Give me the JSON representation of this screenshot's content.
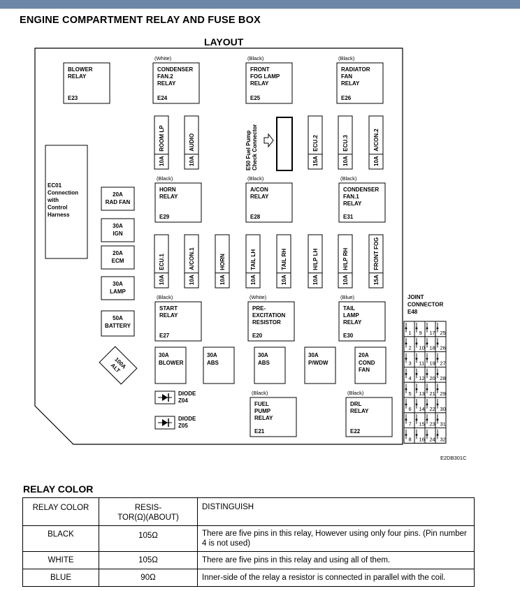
{
  "title": "ENGINE COMPARTMENT RELAY AND FUSE BOX",
  "layout_label": "LAYOUT",
  "code": "E2DB301C",
  "relays": {
    "blower": {
      "lines": [
        "BLOWER",
        "RELAY"
      ],
      "id": "E23",
      "color": ""
    },
    "cond_fan2": {
      "lines": [
        "CONDENSER",
        "FAN.2",
        "RELAY"
      ],
      "id": "E24",
      "color": "(White)"
    },
    "front_fog": {
      "lines": [
        "FRONT",
        "FOG LAMP",
        "RELAY"
      ],
      "id": "E25",
      "color": "(Black)"
    },
    "radiator_fan": {
      "lines": [
        "RADIATOR",
        "FAN",
        "RELAY"
      ],
      "id": "E26",
      "color": "(Black)"
    },
    "horn": {
      "lines": [
        "HORN",
        "RELAY"
      ],
      "id": "E29",
      "color": "(Black)"
    },
    "acon": {
      "lines": [
        "A/CON",
        "RELAY"
      ],
      "id": "E28",
      "color": "(Black)"
    },
    "cond_fan1": {
      "lines": [
        "CONDENSER",
        "FAN.1",
        "RELAY"
      ],
      "id": "E31",
      "color": "(Black)"
    },
    "start": {
      "lines": [
        "START",
        "RELAY"
      ],
      "id": "E27",
      "color": "(Black)"
    },
    "pre_excitation": {
      "lines": [
        "PRE-",
        "EXCITATION",
        "RESISTOR"
      ],
      "id": "E20",
      "color": "(White)"
    },
    "tail_lamp": {
      "lines": [
        "TAIL",
        "LAMP",
        "RELAY"
      ],
      "id": "E30",
      "color": "(Blue)"
    },
    "fuel_pump": {
      "lines": [
        "FUEL",
        "PUMP",
        "RELAY"
      ],
      "id": "E21",
      "color": "(Black)"
    },
    "drl": {
      "lines": [
        "DRL",
        "RELAY"
      ],
      "id": "E22",
      "color": "(Black)"
    }
  },
  "ec01": [
    "EC01",
    "Connection",
    "with",
    "Control",
    "Harness"
  ],
  "left_fuses": [
    {
      "amp": "20A",
      "name": "RAD FAN"
    },
    {
      "amp": "30A",
      "name": "IGN"
    },
    {
      "amp": "20A",
      "name": "ECM"
    },
    {
      "amp": "30A",
      "name": "LAMP"
    },
    {
      "amp": "50A",
      "name": "BATTERY"
    }
  ],
  "alt_fuse": {
    "amp": "100A",
    "name": "ALT"
  },
  "mini_fuses_top": [
    {
      "name": "ROOM LP",
      "amp": "10A"
    },
    {
      "name": "AUDIO",
      "amp": "10A"
    },
    {
      "name": "ECU.2",
      "amp": "15A"
    },
    {
      "name": "ECU.3",
      "amp": "10A"
    },
    {
      "name": "A/CON.2",
      "amp": "10A"
    }
  ],
  "mini_fuses_mid": [
    {
      "name": "ECU.1",
      "amp": "10A"
    },
    {
      "name": "A/CON.1",
      "amp": "10A"
    },
    {
      "name": "HORN",
      "amp": "10A"
    },
    {
      "name": "TAIL LH",
      "amp": "10A"
    },
    {
      "name": "TAIL RH",
      "amp": "10A"
    },
    {
      "name": "H/LP LH",
      "amp": "10A"
    },
    {
      "name": "H/LP RH",
      "amp": "10A"
    },
    {
      "name": "FRONT FOG",
      "amp": "15A"
    }
  ],
  "e50": [
    "E50 Fuel Pump",
    "Check Connector"
  ],
  "big_fuses": [
    {
      "amp": "30A",
      "name": "BLOWER"
    },
    {
      "amp": "30A",
      "name": "ABS"
    },
    {
      "amp": "30A",
      "name": "ABS"
    },
    {
      "amp": "30A",
      "name": "P/WDW"
    },
    {
      "amp": "20A",
      "name": "COND FAN"
    }
  ],
  "diodes": [
    {
      "label": "DIODE",
      "id": "Z04"
    },
    {
      "label": "DIODE",
      "id": "Z05"
    }
  ],
  "joint_connector": {
    "lines": [
      "JOINT",
      "CONNECTOR",
      "E48"
    ],
    "pins": [
      1,
      9,
      17,
      25,
      2,
      10,
      18,
      26,
      3,
      11,
      19,
      27,
      4,
      12,
      20,
      28,
      5,
      13,
      21,
      29,
      6,
      14,
      22,
      30,
      7,
      15,
      23,
      31,
      8,
      16,
      24,
      32
    ]
  },
  "relay_color_title": "RELAY COLOR",
  "table": {
    "headers": [
      "RELAY COLOR",
      "RESIS-\nTOR(Ω)(ABOUT)",
      "DISTINGUISH"
    ],
    "rows": [
      {
        "color": "BLACK",
        "resistor": "105Ω",
        "distinguish": "There are five pins in this relay, However using only four pins.  (Pin number 4 is not used)"
      },
      {
        "color": "WHITE",
        "resistor": "105Ω",
        "distinguish": "There are five pins in this relay and using all of them."
      },
      {
        "color": "BLUE",
        "resistor": "90Ω",
        "distinguish": "Inner-side of the relay a resistor is connected in parallel with the coil."
      }
    ]
  }
}
